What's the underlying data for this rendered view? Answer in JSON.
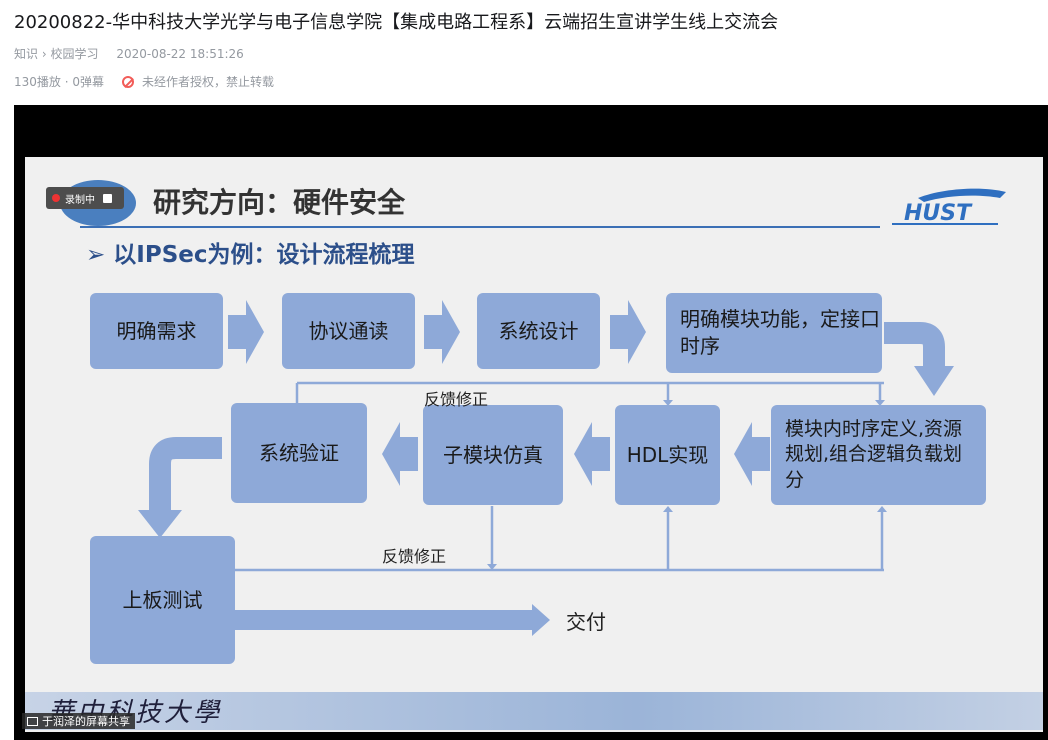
{
  "video": {
    "title": "20200822-华中科技大学光学与电子信息学院【集成电路工程系】云端招生宣讲学生线上交流会",
    "category": "知识",
    "subcategory": "校园学习",
    "datetime": "2020-08-22 18:51:26",
    "stats": "130播放 · 0弹幕",
    "notice": "未经作者授权，禁止转载"
  },
  "overlay": {
    "recording_label": "录制中",
    "share_label": "于润泽的屏幕共享"
  },
  "slide": {
    "title": "研究方向：硬件安全",
    "subtitle": "以IPSec为例：设计流程梳理",
    "logo_text": "HUST",
    "school_name": "華中科技大學",
    "boxes": {
      "b1": "明确需求",
      "b2": "协议通读",
      "b3": "系统设计",
      "b4": "明确模块功能，定接口时序",
      "b5": "模块内时序定义,资源规划,组合逻辑负载划分",
      "b6": "HDL实现",
      "b7": "子模块仿真",
      "b8": "系统验证",
      "b9": "上板测试"
    },
    "feedback_label_1": "反馈修正",
    "feedback_label_2": "反馈修正",
    "deliver_label": "交付"
  },
  "colors": {
    "box": "#8ea9d8",
    "arrow": "#8ea9d8",
    "line": "#8ea9d8",
    "accent": "#2c4f8a",
    "no_reprint": "#f25d59"
  }
}
